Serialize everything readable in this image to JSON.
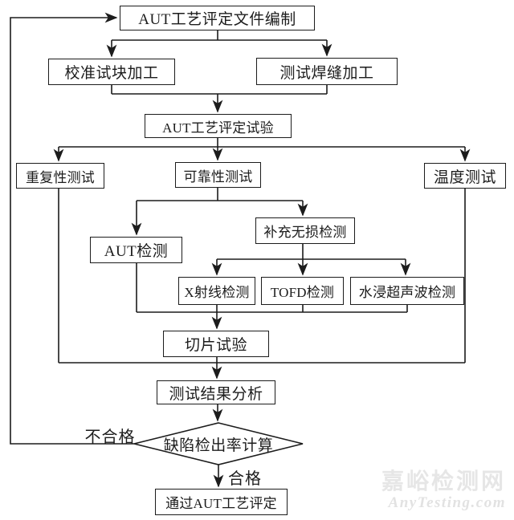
{
  "diagram": {
    "title": "AUT process qualification flowchart",
    "nodes": {
      "doc": "AUT工艺评定文件编制",
      "calibration": "校准试块加工",
      "weld": "测试焊缝加工",
      "qual_test": "AUT工艺评定试验",
      "repeatability": "重复性测试",
      "reliability": "可靠性测试",
      "temperature": "温度测试",
      "aut_inspection": "AUT检测",
      "supplementary_ndt": "补充无损检测",
      "xray": "X射线检测",
      "tofd": "TOFD检测",
      "immersion_ut": "水浸超声波检测",
      "slicing": "切片试验",
      "analysis": "测试结果分析",
      "decision": "缺陷检出率计算",
      "pass_box": "通过AUT工艺评定"
    },
    "edge_labels": {
      "fail": "不合格",
      "pass": "合格"
    },
    "colors": {
      "line": "#1c1c1c",
      "box_border": "#1c1c1c",
      "background": "#ffffff",
      "watermark": "#e6e6e6"
    }
  },
  "watermark": {
    "line1": "嘉峪检测网",
    "line2": "AnyTesting.com"
  }
}
